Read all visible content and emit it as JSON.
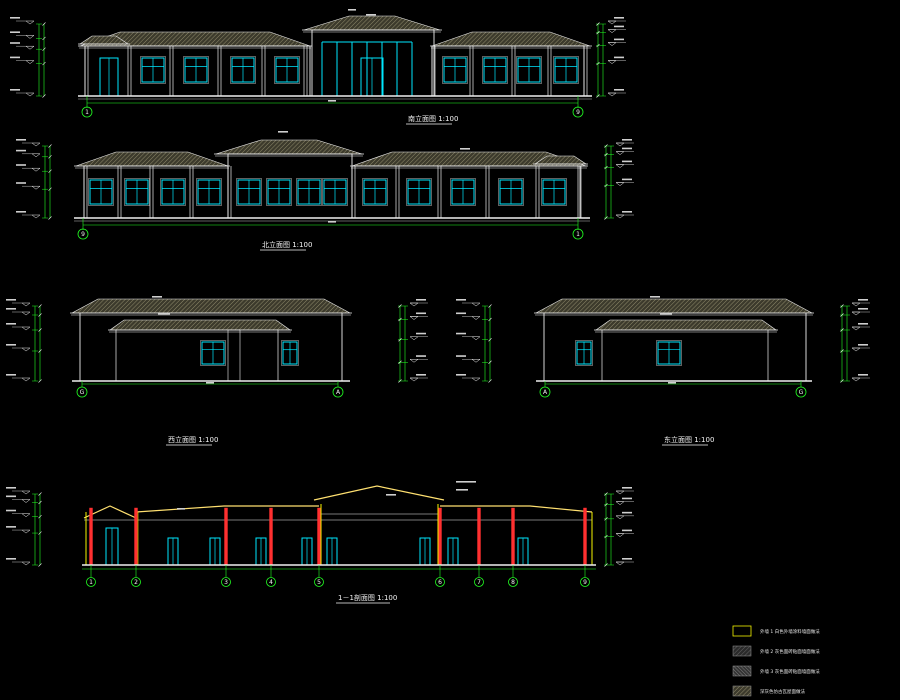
{
  "drawing": {
    "background": "#000000",
    "colors": {
      "outline": "#f0f0f0",
      "roof": "#8f8a6a",
      "wall_line": "#f6f600",
      "window": "#00e8ff",
      "column": "#ff3030",
      "gridline": "#22ff22",
      "dimension": "#22ff22",
      "section_cut": "#ffe070"
    }
  },
  "views": [
    {
      "id": "south",
      "title": "南立面图 1:100",
      "grid_left": "1",
      "grid_right": "9"
    },
    {
      "id": "north",
      "title": "北立面图 1:100",
      "grid_left": "9",
      "grid_right": "1"
    },
    {
      "id": "west",
      "title": "西立面图 1:100",
      "grid_left": "G",
      "grid_right": "A"
    },
    {
      "id": "east",
      "title": "东立面图 1:100",
      "grid_left": "A",
      "grid_right": "G"
    },
    {
      "id": "section",
      "title": "1－1剖面图 1:100",
      "grid_labels": [
        "1",
        "2",
        "3",
        "4",
        "5",
        "6",
        "7",
        "8",
        "9"
      ]
    }
  ],
  "legend": [
    {
      "label": "外墙  1  白色外墙涂料墙面做法",
      "swatch": "outline-box"
    },
    {
      "label": "外墙  2  灰色面砖贴面墙面做法",
      "swatch": "hatch-dark"
    },
    {
      "label": "外墙  3  灰色面砖贴面墙面做法",
      "swatch": "hatch-mid"
    },
    {
      "label": "深灰色仿古瓦屋面做法",
      "swatch": "hatch-roof"
    }
  ]
}
